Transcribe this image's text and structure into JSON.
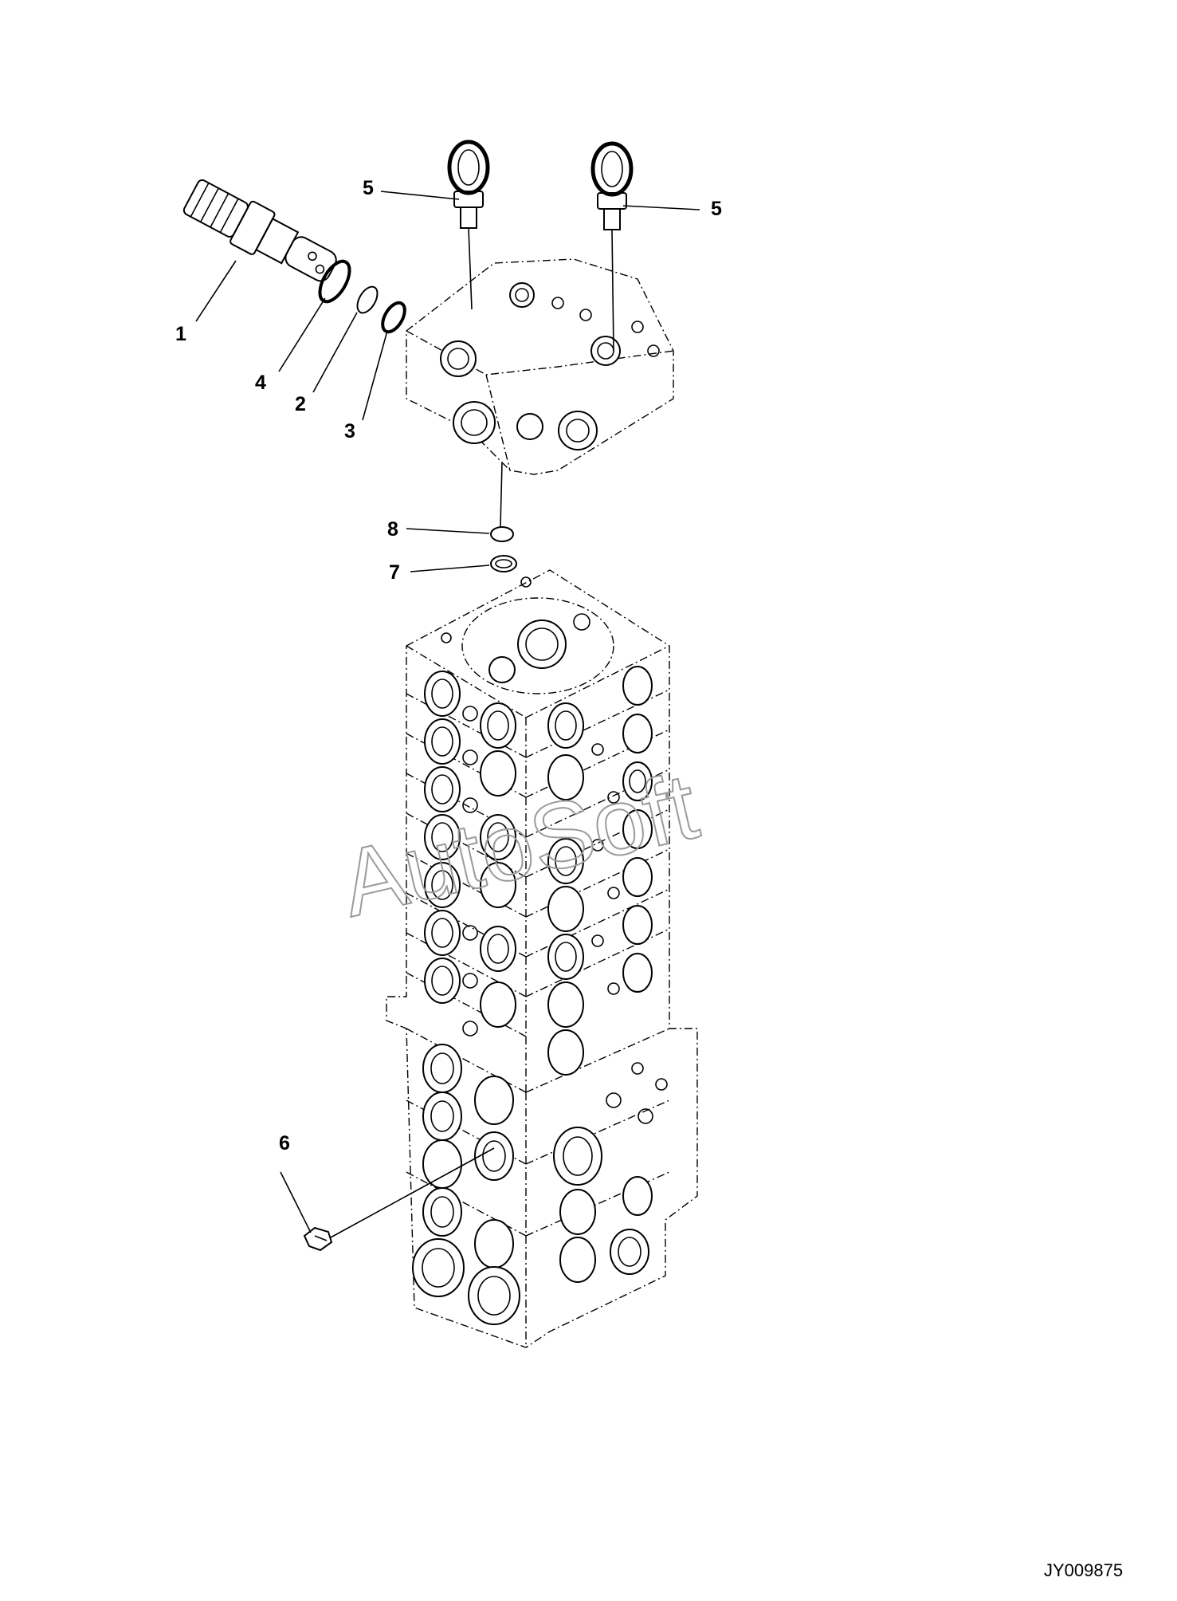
{
  "callouts": [
    "1",
    "2",
    "3",
    "4",
    "5",
    "5",
    "6",
    "7",
    "8"
  ],
  "watermark": "AutoSoft",
  "drawing_code": "JY009875",
  "icons": {
    "eye_bolt": "eye-bolt-icon",
    "valve_cartridge": "relief-valve-icon",
    "plug": "plug-icon"
  }
}
